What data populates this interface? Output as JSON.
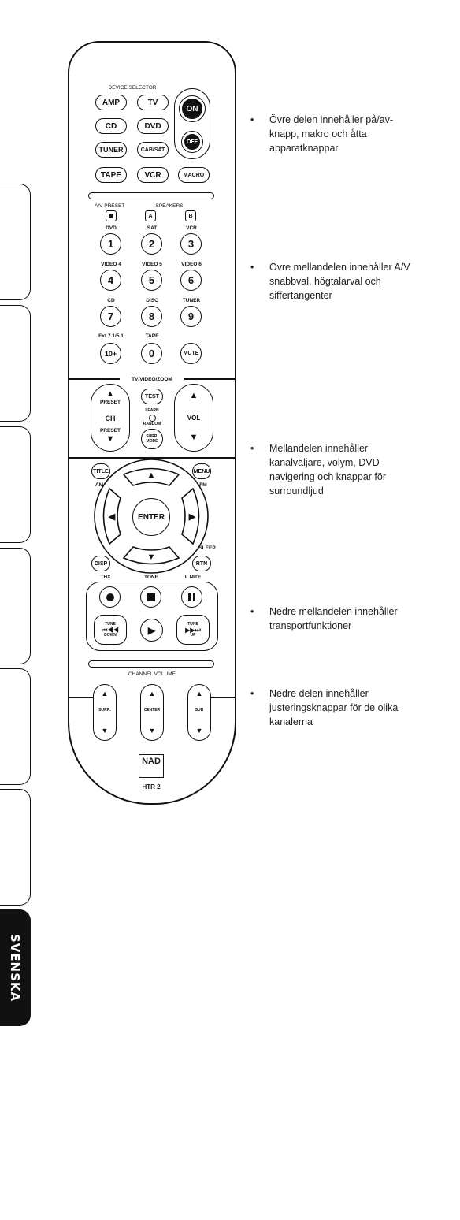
{
  "side_tab": {
    "label": "SVENSKA"
  },
  "remote": {
    "device_selector_label": "DEVICE SELECTOR",
    "device_buttons": [
      "AMP",
      "TV",
      "CD",
      "DVD",
      "TUNER",
      "CAB/SAT",
      "TAPE",
      "VCR",
      "MACRO"
    ],
    "power": {
      "on": "ON",
      "off": "OFF"
    },
    "av_preset_label": "A/V PRESET",
    "speakers_label": "SPEAKERS",
    "speaker_a": "A",
    "speaker_b": "B",
    "numpad": [
      {
        "top": "DVD",
        "key": "1"
      },
      {
        "top": "SAT",
        "key": "2"
      },
      {
        "top": "VCR",
        "key": "3"
      },
      {
        "top": "VIDEO 4",
        "key": "4"
      },
      {
        "top": "VIDEO 5",
        "key": "5"
      },
      {
        "top": "VIDEO 6",
        "key": "6"
      },
      {
        "top": "CD",
        "key": "7"
      },
      {
        "top": "DISC",
        "key": "8"
      },
      {
        "top": "TUNER",
        "key": "9"
      },
      {
        "top": "Ext 7.1/5.1",
        "key": "10+"
      },
      {
        "top": "TAPE",
        "key": "0"
      },
      {
        "top": "",
        "key": "MUTE"
      }
    ],
    "tv_video_zoom": "TV/VIDEO/ZOOM",
    "ch": {
      "label": "CH",
      "preset_top": "PRESET",
      "preset_bottom": "PRESET"
    },
    "vol": {
      "label": "VOL"
    },
    "test": "TEST",
    "learn": "LEARN",
    "random": "RANDOM",
    "surr_mode": "SURR. MODE",
    "title": "TITLE",
    "menu": "MENU",
    "am": "AM",
    "fm": "FM",
    "enter": "ENTER",
    "disp": "DISP",
    "rtn": "RTN",
    "sleep": "SLEEP",
    "thx": "THX",
    "tone": "TONE",
    "lnite": "L.NITE",
    "tune_down": {
      "top": "TUNE",
      "bottom": "DOWN"
    },
    "tune_up": {
      "top": "TUNE",
      "bottom": "UP"
    },
    "channel_volume": "CHANNEL VOLUME",
    "surr": "SURR.",
    "center": "CENTER",
    "sub": "SUB",
    "brand": "NAD",
    "model": "HTR 2"
  },
  "bullets": [
    "Övre delen innehåller på/av-knapp, makro och åtta apparatknappar",
    "Övre mellandelen innehåller A/V snabbval, högtalarval och siffertangenter",
    "Mellandelen innehåller kanalväljare, volym, DVD-navigering och knappar för surroundljud",
    "Nedre mellandelen innehåller transportfunktioner",
    "Nedre delen innehåller justeringsknappar för de olika kanalerna"
  ]
}
